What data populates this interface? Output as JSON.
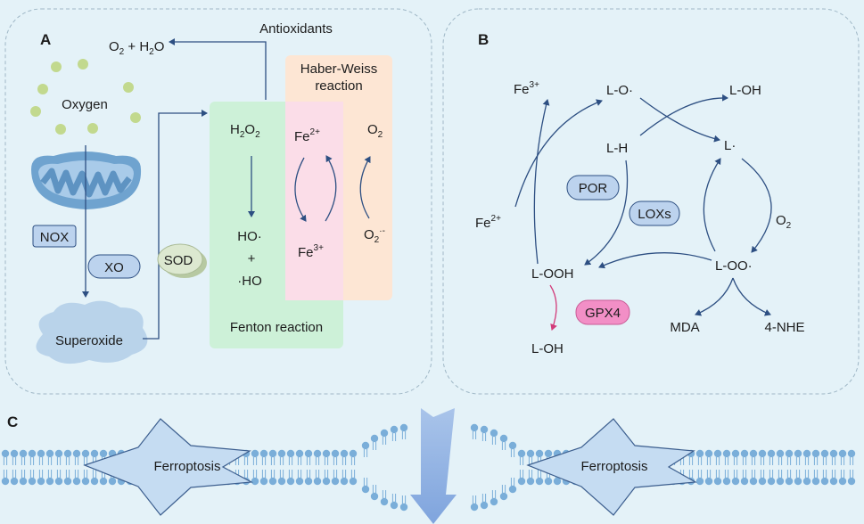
{
  "panels": {
    "a_label": "A",
    "b_label": "B",
    "c_label": "C"
  },
  "panel_a": {
    "oxygen": "Oxygen",
    "nox": "NOX",
    "xo": "XO",
    "superoxide": "Superoxide",
    "sod": "SOD",
    "antioxidants": "Antioxidants",
    "o2_h2o": {
      "a": "O",
      "sub1": "2",
      "b": " + H",
      "sub2": "2",
      "c": "O"
    },
    "haber_weiss_line1": "Haber-Weiss",
    "haber_weiss_line2": "reaction",
    "h2o2": {
      "a": "H",
      "sub1": "2",
      "b": "O",
      "sub2": "2"
    },
    "fe2": {
      "base": "Fe",
      "sup": "2+"
    },
    "fe3": {
      "base": "Fe",
      "sup": "3+"
    },
    "o2": {
      "base": "O",
      "sub": "2"
    },
    "o2_radical": {
      "base": "O",
      "sub": "2",
      "sup": "·-"
    },
    "ho": "HO·",
    "plus": "+",
    "ho2": "·HO",
    "fenton": "Fenton reaction"
  },
  "panel_b": {
    "fe3": {
      "base": "Fe",
      "sup": "3+"
    },
    "fe2": {
      "base": "Fe",
      "sup": "2+"
    },
    "lo": "L-O·",
    "loh_top": "L-OH",
    "lh": "L-H",
    "l_rad": "L·",
    "por": "POR",
    "loxs": "LOXs",
    "o2": {
      "base": "O",
      "sub": "2"
    },
    "looh": "L-OOH",
    "loo": "L-OO·",
    "gpx4": "GPX4",
    "loh_bottom": "L-OH",
    "mda": "MDA",
    "nhe": "4-NHE"
  },
  "panel_c": {
    "ferroptosis_left": "Ferroptosis",
    "ferroptosis_right": "Ferroptosis"
  },
  "colors": {
    "arrow": "#2d4f82",
    "fenton_bg": "#cdf1d8",
    "haber_bg": "#fde6d4",
    "overlap_bg": "#fbdde8",
    "pill": "#bcd3ee",
    "gpx4": "#f28fc6",
    "lipid_head": "#7aaed9"
  }
}
